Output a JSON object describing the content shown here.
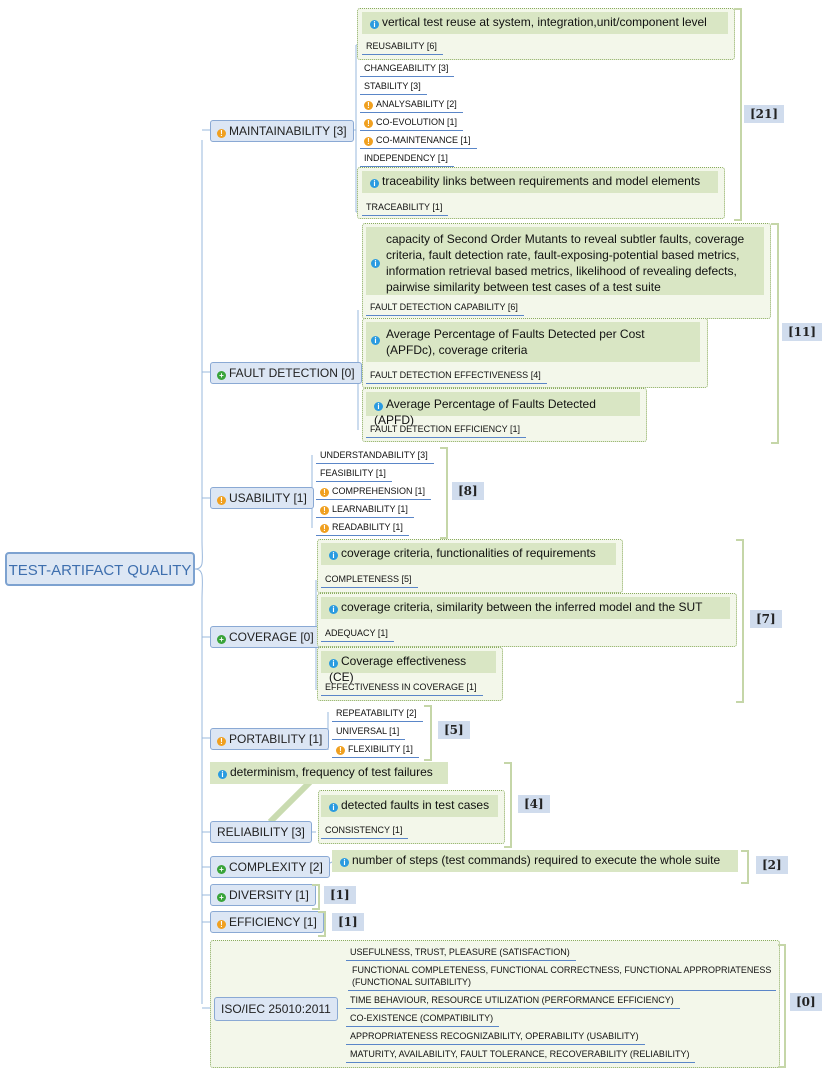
{
  "root": "TEST-ARTIFACT QUALITY",
  "categories": {
    "maintainability": {
      "label": "MAINTAINABILITY [3]",
      "count": "[21]",
      "note1": "vertical test reuse at system, integration,unit/component level",
      "leaf_reusability": "REUSABILITY [6]",
      "leaves": [
        "CHANGEABILITY [3]",
        "STABILITY [3]",
        "ANALYSABILITY [2]",
        "CO-EVOLUTION [1]",
        "CO-MAINTENANCE [1]",
        "INDEPENDENCY [1]"
      ],
      "note2": "traceability links between requirements and model elements",
      "leaf_traceability": "TRACEABILITY [1]"
    },
    "fault_detection": {
      "label": "FAULT DETECTION [0]",
      "count": "[11]",
      "note1": "capacity of Second Order Mutants to reveal subtler faults, coverage criteria, fault detection rate, fault-exposing-potential based metrics, information retrieval based metrics, likelihood of revealing defects, pairwise similarity between test cases of a test suite",
      "leaf1": "FAULT DETECTION CAPABILITY [6]",
      "note2": "Average Percentage of Faults Detected per Cost (APFDc), coverage criteria",
      "leaf2": "FAULT DETECTION EFFECTIVENESS [4]",
      "note3": "Average Percentage of Faults Detected (APFD)",
      "leaf3": "FAULT DETECTION EFFICIENCY [1]"
    },
    "usability": {
      "label": "USABILITY [1]",
      "count": "[8]",
      "leaves": [
        "UNDERSTANDABILITY [3]",
        "FEASIBILITY [1]",
        "COMPREHENSION [1]",
        "LEARNABILITY [1]",
        "READABILITY [1]"
      ]
    },
    "coverage": {
      "label": "COVERAGE [0]",
      "count": "[7]",
      "note1": "coverage criteria, functionalities of requirements",
      "leaf1": "COMPLETENESS [5]",
      "note2": "coverage criteria,  similarity between the inferred model and the SUT",
      "leaf2": "ADEQUACY [1]",
      "note3": "Coverage effectiveness (CE)",
      "leaf3": "EFFECTIVENESS IN COVERAGE [1]"
    },
    "portability": {
      "label": "PORTABILITY [1]",
      "count": "[5]",
      "leaves": [
        "REPEATABILITY [2]",
        "UNIVERSAL [1]",
        "FLEXIBILITY [1]"
      ]
    },
    "reliability": {
      "label": "RELIABILITY [3]",
      "count": "[4]",
      "note1": "determinism, frequency of test failures",
      "note2": "detected faults in test cases",
      "leaf1": "CONSISTENCY [1]"
    },
    "complexity": {
      "label": "COMPLEXITY [2]",
      "count": "[2]",
      "note1": "number of steps (test commands) required to execute the whole suite"
    },
    "diversity": {
      "label": "DIVERSITY [1]",
      "count": "[1]"
    },
    "efficiency": {
      "label": "EFFICIENCY [1]",
      "count": "[1]"
    },
    "iso": {
      "label": "ISO/IEC 25010:2011",
      "count": "[0]",
      "leaves": [
        "USEFULNESS, TRUST, PLEASURE (SATISFACTION)",
        "FUNCTIONAL COMPLETENESS, FUNCTIONAL CORRECTNESS, FUNCTIONAL APPROPRIATENESS",
        "(FUNCTIONAL SUITABILITY)",
        "TIME BEHAVIOUR, RESOURCE UTILIZATION (PERFORMANCE EFFICIENCY)",
        "CO-EXISTENCE (COMPATIBILITY)",
        "APPROPRIATENESS RECOGNIZABILITY, OPERABILITY (USABILITY)",
        "MATURITY, AVAILABILITY, FAULT TOLERANCE, RECOVERABILITY (RELIABILITY)"
      ]
    }
  },
  "colors": {
    "root_text": "#3e6fae",
    "node_bg": "#dce6f4",
    "note_bg": "#d9e6c4",
    "group_bg": "#f3f7ea",
    "warning": "#f0a020",
    "plus": "#3aa43a",
    "info": "#2a9be0"
  },
  "icons": {
    "warning": "warning-icon",
    "expand": "plus-circle-icon",
    "info": "info-icon"
  }
}
